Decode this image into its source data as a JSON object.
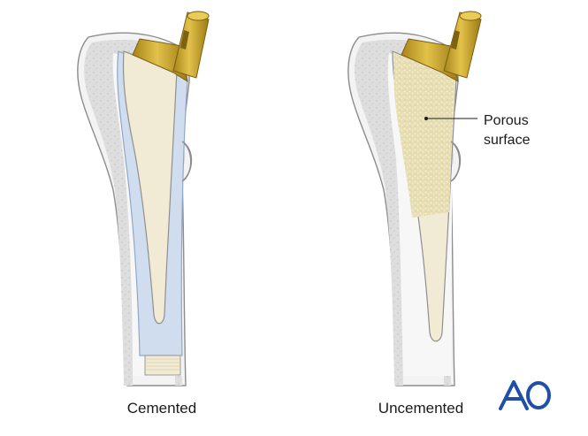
{
  "captions": {
    "left": "Cemented",
    "right": "Uncemented"
  },
  "callout": {
    "line1": "Porous",
    "line2": "surface"
  },
  "logo": {
    "text": "AO",
    "color": "#1f4fa8"
  },
  "colors": {
    "bone_outline": "#888888",
    "cortex_fill": "#f2f2f2",
    "cancellous_fill": "#dcdcdc",
    "cement_fill": "#cfdcec",
    "cement_outline": "#8fa8c8",
    "stem_fill": "#f0ead6",
    "porous_fill": "#e8dfb8",
    "head_gold": "#c9a227",
    "head_gold_dark": "#8a6d12"
  }
}
